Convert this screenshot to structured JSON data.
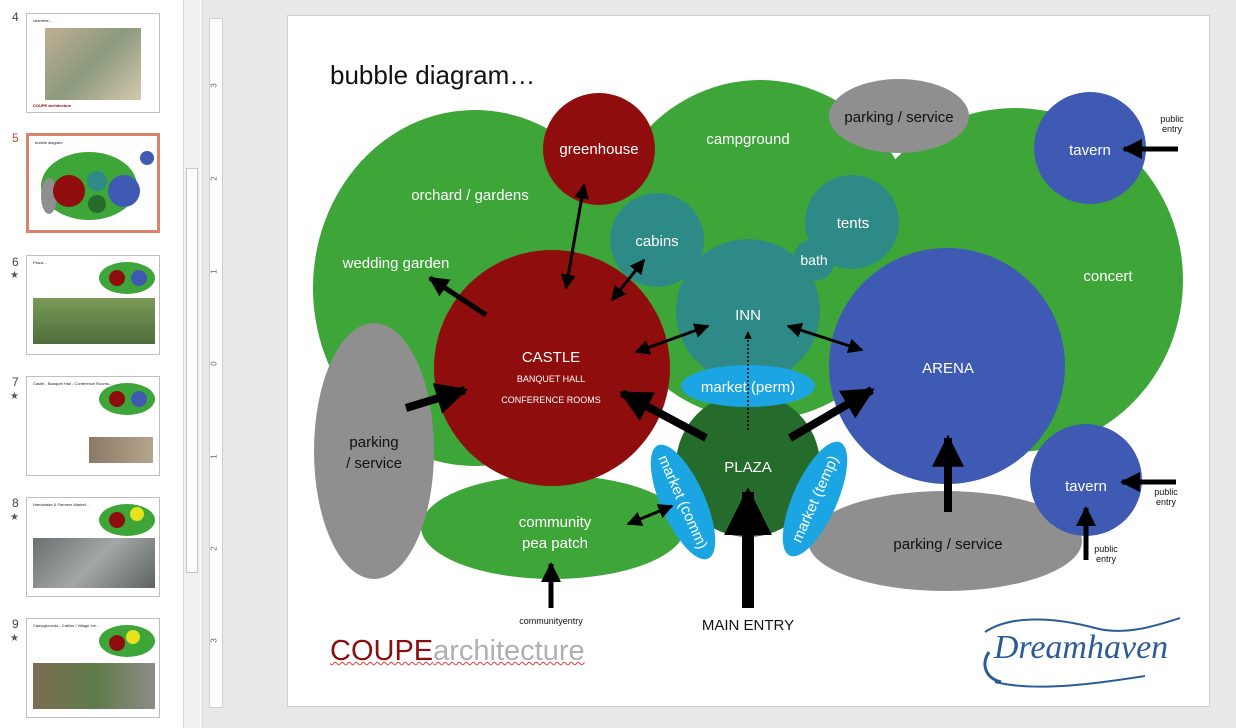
{
  "sidebar": {
    "slides": [
      {
        "num": "4",
        "starred": false,
        "title": "charrette..."
      },
      {
        "num": "5",
        "starred": false,
        "title": "bubble diagram"
      },
      {
        "num": "6",
        "starred": true,
        "title": "Plaza..."
      },
      {
        "num": "7",
        "starred": true,
        "title": "Castle - Banquet Hall - Conference Rooms..."
      },
      {
        "num": "8",
        "starred": true,
        "title": "Handmade & Farmers Market..."
      },
      {
        "num": "9",
        "starred": true,
        "title": "Campgrounds - Cabins / Village Inn..."
      }
    ],
    "active_slide": "5",
    "logo_text": "COUPE architecture"
  },
  "ruler": {
    "labels": [
      "3",
      "2",
      "1",
      "0",
      "1",
      "2",
      "3"
    ]
  },
  "slide": {
    "title": "bubble diagram…",
    "logo_coupe_a": "COUPE",
    "logo_coupe_b": "architecture",
    "logo_dreamhaven": "Dreamhaven",
    "bubbles": {
      "greenhouse": "greenhouse",
      "campground": "campground",
      "parking_top": "parking / service",
      "tavern_top": "tavern",
      "orchard": "orchard / gardens",
      "cabins": "cabins",
      "tents": "tents",
      "bath": "bath",
      "wedding": "wedding garden",
      "concert": "concert",
      "inn": "INN",
      "castle": "CASTLE",
      "banquet": "BANQUET HALL",
      "conference": "CONFERENCE ROOMS",
      "arena": "ARENA",
      "market_perm": "market (perm)",
      "parking_left_1": "parking",
      "parking_left_2": "/ service",
      "plaza": "PLAZA",
      "market_comm": "market (comm)",
      "market_temp": "market (temp)",
      "community_1": "community",
      "community_2": "pea patch",
      "parking_bottom": "parking / service",
      "tavern_bottom": "tavern"
    },
    "labels": {
      "public_entry_1a": "public",
      "public_entry_1b": "entry",
      "public_entry_2a": "public",
      "public_entry_2b": "entry",
      "public_entry_3a": "public",
      "public_entry_3b": "entry",
      "community_entry": "communityentry",
      "main_entry": "MAIN ENTRY"
    },
    "colors": {
      "green": "#3ea639",
      "dark_red": "#8f0d0d",
      "teal": "#2e8a87",
      "blue": "#3f5ab2",
      "gray": "#8f8f8f",
      "dark_green": "#246b2c",
      "cyan": "#1ba6e3"
    }
  }
}
